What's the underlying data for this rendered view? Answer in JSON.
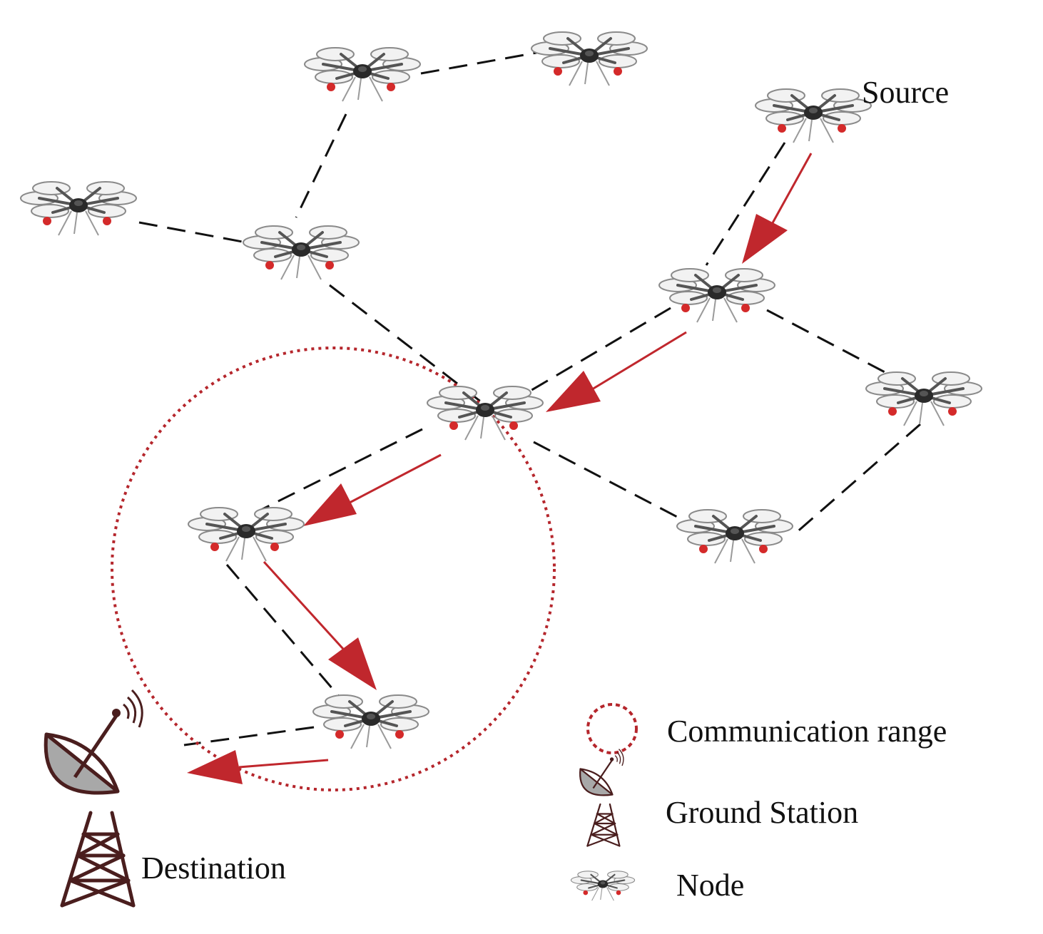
{
  "labels": {
    "source": "Source",
    "destination": "Destination"
  },
  "legend": {
    "communication_range": "Communication range",
    "ground_station": "Ground Station",
    "node": "Node"
  },
  "colors": {
    "route": "#c0272d",
    "range": "#b5262c",
    "link": "#111111",
    "tower": "#4a1e1e",
    "dish": "#a8a8a8",
    "rotor_tip": "#d42a2a"
  },
  "icons": {
    "node": "hexacopter-drone-icon",
    "ground_station": "satellite-dish-tower-icon"
  }
}
